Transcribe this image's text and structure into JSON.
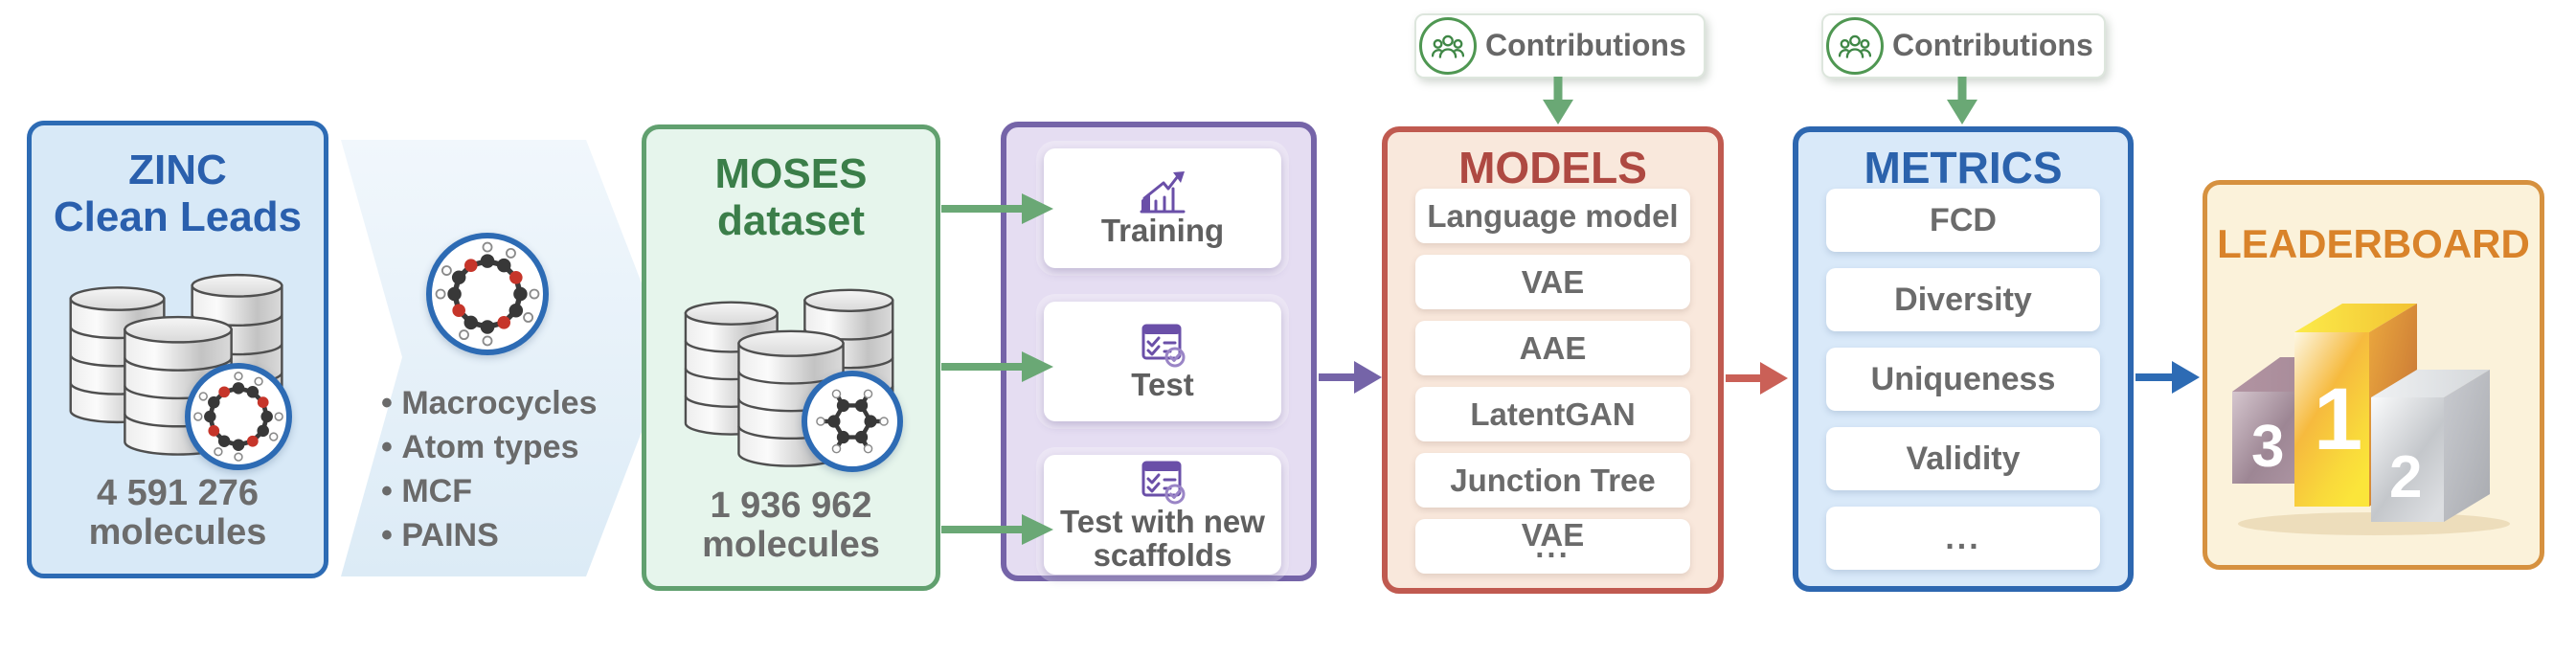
{
  "zinc": {
    "title_line1": "ZINC",
    "title_line2": "Clean Leads",
    "count": "4 591 276",
    "count_unit": "molecules",
    "icons": [
      "database-icon",
      "macrocycle-molecule-icon"
    ]
  },
  "filter": {
    "items": [
      "Macrocycles",
      "Atom types",
      "MCF",
      "PAINS"
    ],
    "icon": "macrocycle-molecule-icon"
  },
  "moses": {
    "title_line1": "MOSES",
    "title_line2": "dataset",
    "count": "1 936 962",
    "count_unit": "molecules",
    "icons": [
      "database-icon",
      "ring-molecule-icon"
    ]
  },
  "splits": {
    "cards": [
      {
        "label": "Training",
        "icon": "bar-chart-icon"
      },
      {
        "label": "Test",
        "icon": "checklist-icon"
      },
      {
        "label": "Test with new scaffolds",
        "icon": "checklist-icon"
      }
    ]
  },
  "models": {
    "title": "MODELS",
    "items": [
      "Language model",
      "VAE",
      "AAE",
      "LatentGAN",
      "Junction Tree VAE",
      "..."
    ]
  },
  "metrics": {
    "title": "METRICS",
    "items": [
      "FCD",
      "Diversity",
      "Uniqueness",
      "Validity",
      "..."
    ]
  },
  "leaderboard": {
    "title": "LEADERBOARD",
    "podium": [
      "3",
      "1",
      "2"
    ],
    "icon": "podium-icon"
  },
  "contributions": {
    "label": "Contributions",
    "icon": "people-icon"
  },
  "colors": {
    "zinc_border": "#2d6bb4",
    "zinc_bg": "#d8e9f7",
    "zinc_title": "#2a5fad",
    "moses_border": "#61a06f",
    "moses_bg": "#e6f5ec",
    "moses_title": "#3b7e49",
    "splits_border": "#7564a8",
    "splits_bg": "#e5ddf2",
    "splits_card_text": "#5f5f5f",
    "models_border": "#c05a50",
    "models_bg": "#f9e8dc",
    "models_title": "#ae4942",
    "metrics_border": "#2d67b0",
    "metrics_bg": "#d9e9f9",
    "metrics_title": "#2b62ac",
    "leaderboard_border": "#d6913f",
    "leaderboard_bg": "#fbf2da",
    "leaderboard_title": "#d9832a",
    "item_text": "#6b6b6b",
    "count_text": "#6c6c6c",
    "filter_text": "#6a6a6a",
    "arrow_green": "#6aa875",
    "arrow_purple": "#7564a8",
    "arrow_red": "#ca6057",
    "arrow_blue": "#2d6bb4",
    "badge_text": "#676767",
    "badge_circle": "#4f9752",
    "icon_purple": "#6a4fa8",
    "mol_ring_blue": "#2d6bb4"
  }
}
